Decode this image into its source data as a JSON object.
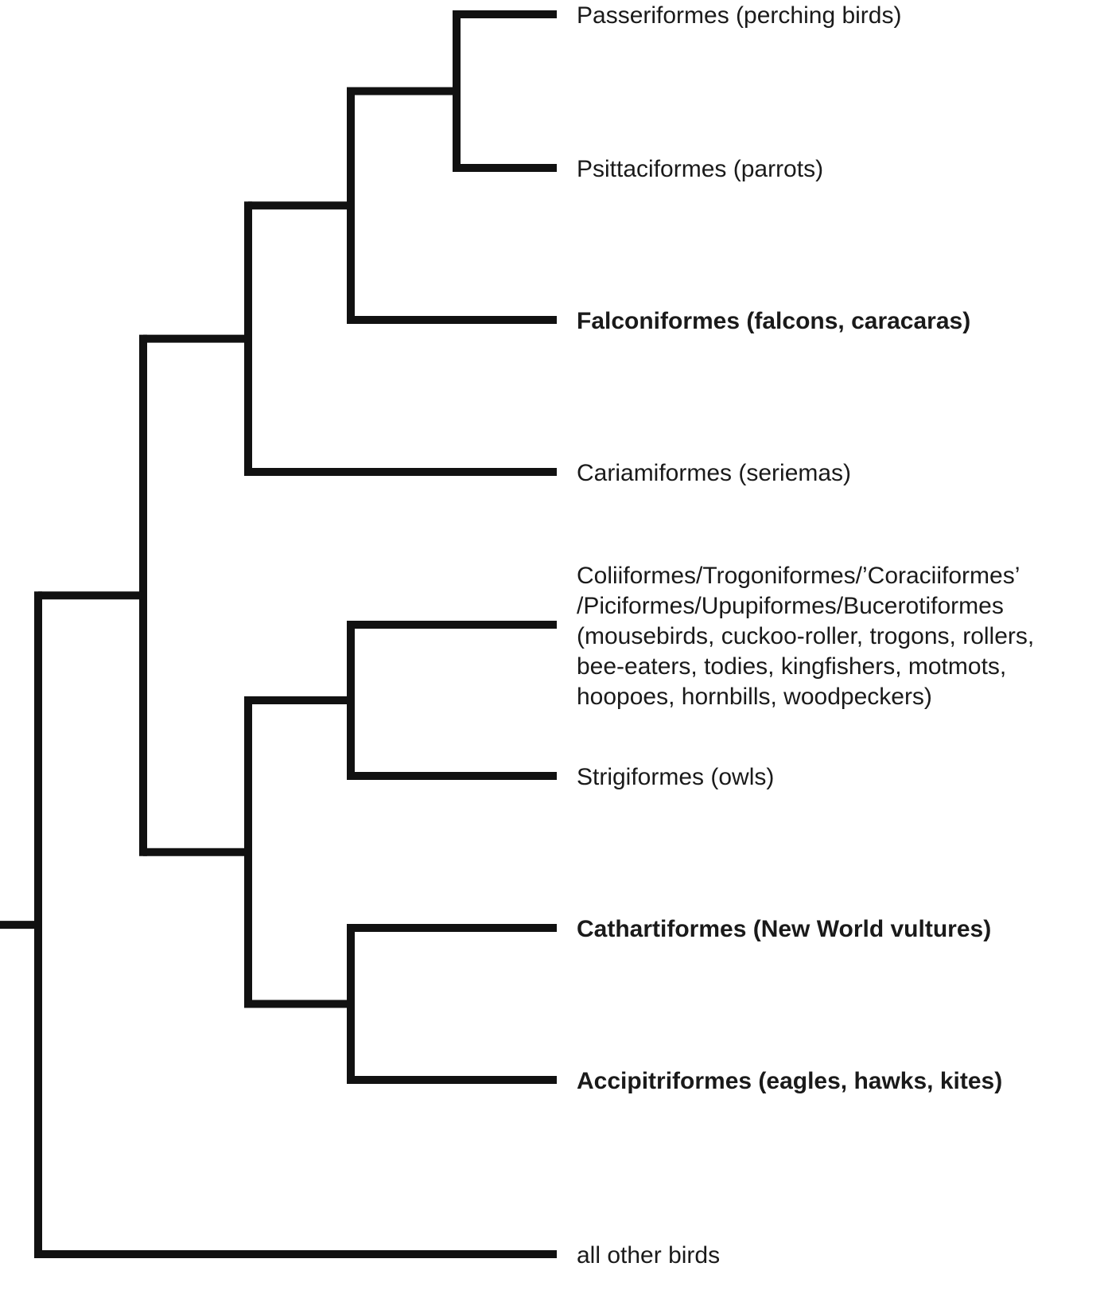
{
  "tree": {
    "taxa": [
      {
        "id": "passeriformes",
        "lines": [
          "Passeriformes (perching birds)"
        ],
        "bold": false
      },
      {
        "id": "psittaciformes",
        "lines": [
          "Psittaciformes (parrots)"
        ],
        "bold": false
      },
      {
        "id": "falconiformes",
        "lines": [
          "Falconiformes (falcons, caracaras)"
        ],
        "bold": true
      },
      {
        "id": "cariamiformes",
        "lines": [
          "Cariamiformes (seriemas)"
        ],
        "bold": false
      },
      {
        "id": "coliiformes-group",
        "lines": [
          "Coliiformes/Trogoniformes/’Coraciiformes’",
          "/Piciformes/Upupiformes/Bucerotiformes",
          "(mousebirds, cuckoo-roller, trogons, rollers,",
          "bee-eaters, todies, kingfishers, motmots,",
          "hoopoes, hornbills, woodpeckers)"
        ],
        "bold": false
      },
      {
        "id": "strigiformes",
        "lines": [
          "Strigiformes (owls)"
        ],
        "bold": false
      },
      {
        "id": "cathartiformes",
        "lines": [
          "Cathartiformes (New World vultures)"
        ],
        "bold": true
      },
      {
        "id": "accipitriformes",
        "lines": [
          "Accipitriformes (eagles, hawks, kites)"
        ],
        "bold": true
      },
      {
        "id": "all-other-birds",
        "lines": [
          "all other birds"
        ],
        "bold": false
      }
    ],
    "topology": [
      [
        [
          [
            "passeriformes",
            "psittaciformes"
          ],
          "falconiformes"
        ],
        "cariamiformes"
      ],
      [
        [
          "coliiformes-group",
          "strigiformes"
        ],
        [
          "cathartiformes",
          "accipitriformes"
        ]
      ]
    ],
    "outgroup": "all-other-birds"
  }
}
